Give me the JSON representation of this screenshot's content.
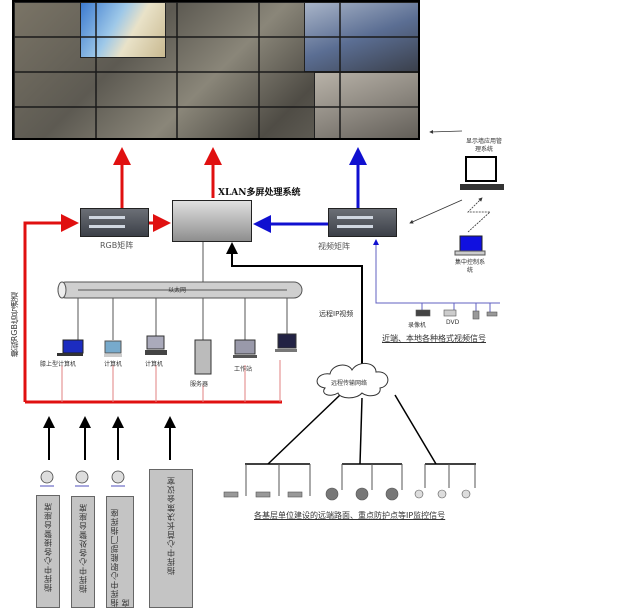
{
  "xlan_label": "XLAN多屏处理系统",
  "rgb_matrix_label": "RGB矩阵",
  "video_matrix_label": "视频矩阵",
  "ethernet_label": "以太网",
  "rgb_channel_label": "模拟RGB信号通道",
  "remote_ip_video_label": "远程IP视频",
  "remote_network_label": "远程传输网络",
  "wall_mgmt_label": "显示墙应用管理系统",
  "central_control_label": "集中控制系统",
  "devices": [
    "膝上型计算机",
    "计算机",
    "计算机",
    "服务器",
    "工作站"
  ],
  "local_devices": [
    "录像机",
    "DVD"
  ],
  "local_video_label": "近端、本地各种格式视频信号",
  "ip_camera_label": "各基层单位建设的远端路面、重点防护点等IP监控信号",
  "seats": [
    "指挥中心各接警台座席",
    "指挥中心各处警台座席",
    "指挥中心职能部门指挥座席",
    "指挥中心首长决策会议室"
  ],
  "colors": {
    "rgb": "#e01010",
    "video": "#1010d0",
    "ip": "#000000"
  }
}
